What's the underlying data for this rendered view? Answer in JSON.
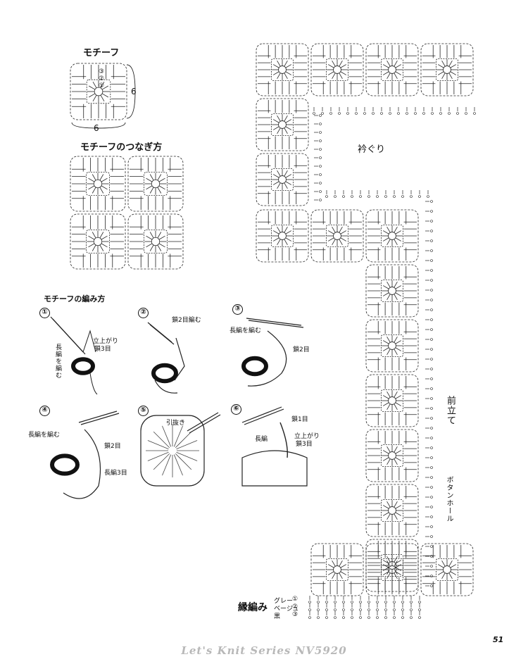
{
  "labels": {
    "motif": "モチーフ",
    "dim_h": "6",
    "dim_v": "6",
    "joining": "モチーフのつなぎ方",
    "howto": "モチーフの編み方",
    "neckline": "衿ぐり",
    "front_band": "前立て",
    "buttonhole": "ボタンホール",
    "edging": "縁編み",
    "page_number": "51",
    "footer": "Let's Knit Series NV5920"
  },
  "edging_colors": [
    {
      "name": "グレー",
      "num": "①"
    },
    {
      "name": "ベージュ",
      "num": "②"
    },
    {
      "name": "黒",
      "num": "③"
    }
  ],
  "motif_marks": [
    "①",
    "②",
    "③"
  ],
  "steps": [
    {
      "num": "①",
      "notes": [
        "立上がり",
        "鎖3目",
        "長編を編む"
      ]
    },
    {
      "num": "②",
      "notes": [
        "鎖2目編む"
      ]
    },
    {
      "num": "③",
      "notes": [
        "長編を編む",
        "鎖2目"
      ]
    },
    {
      "num": "④",
      "notes": [
        "長編を編む",
        "鎖2目",
        "長編3目"
      ]
    },
    {
      "num": "⑤",
      "notes": [
        "引抜き"
      ]
    },
    {
      "num": "⑥",
      "notes": [
        "鎖1目",
        "長編",
        "立上がり",
        "鎖3目"
      ]
    }
  ]
}
